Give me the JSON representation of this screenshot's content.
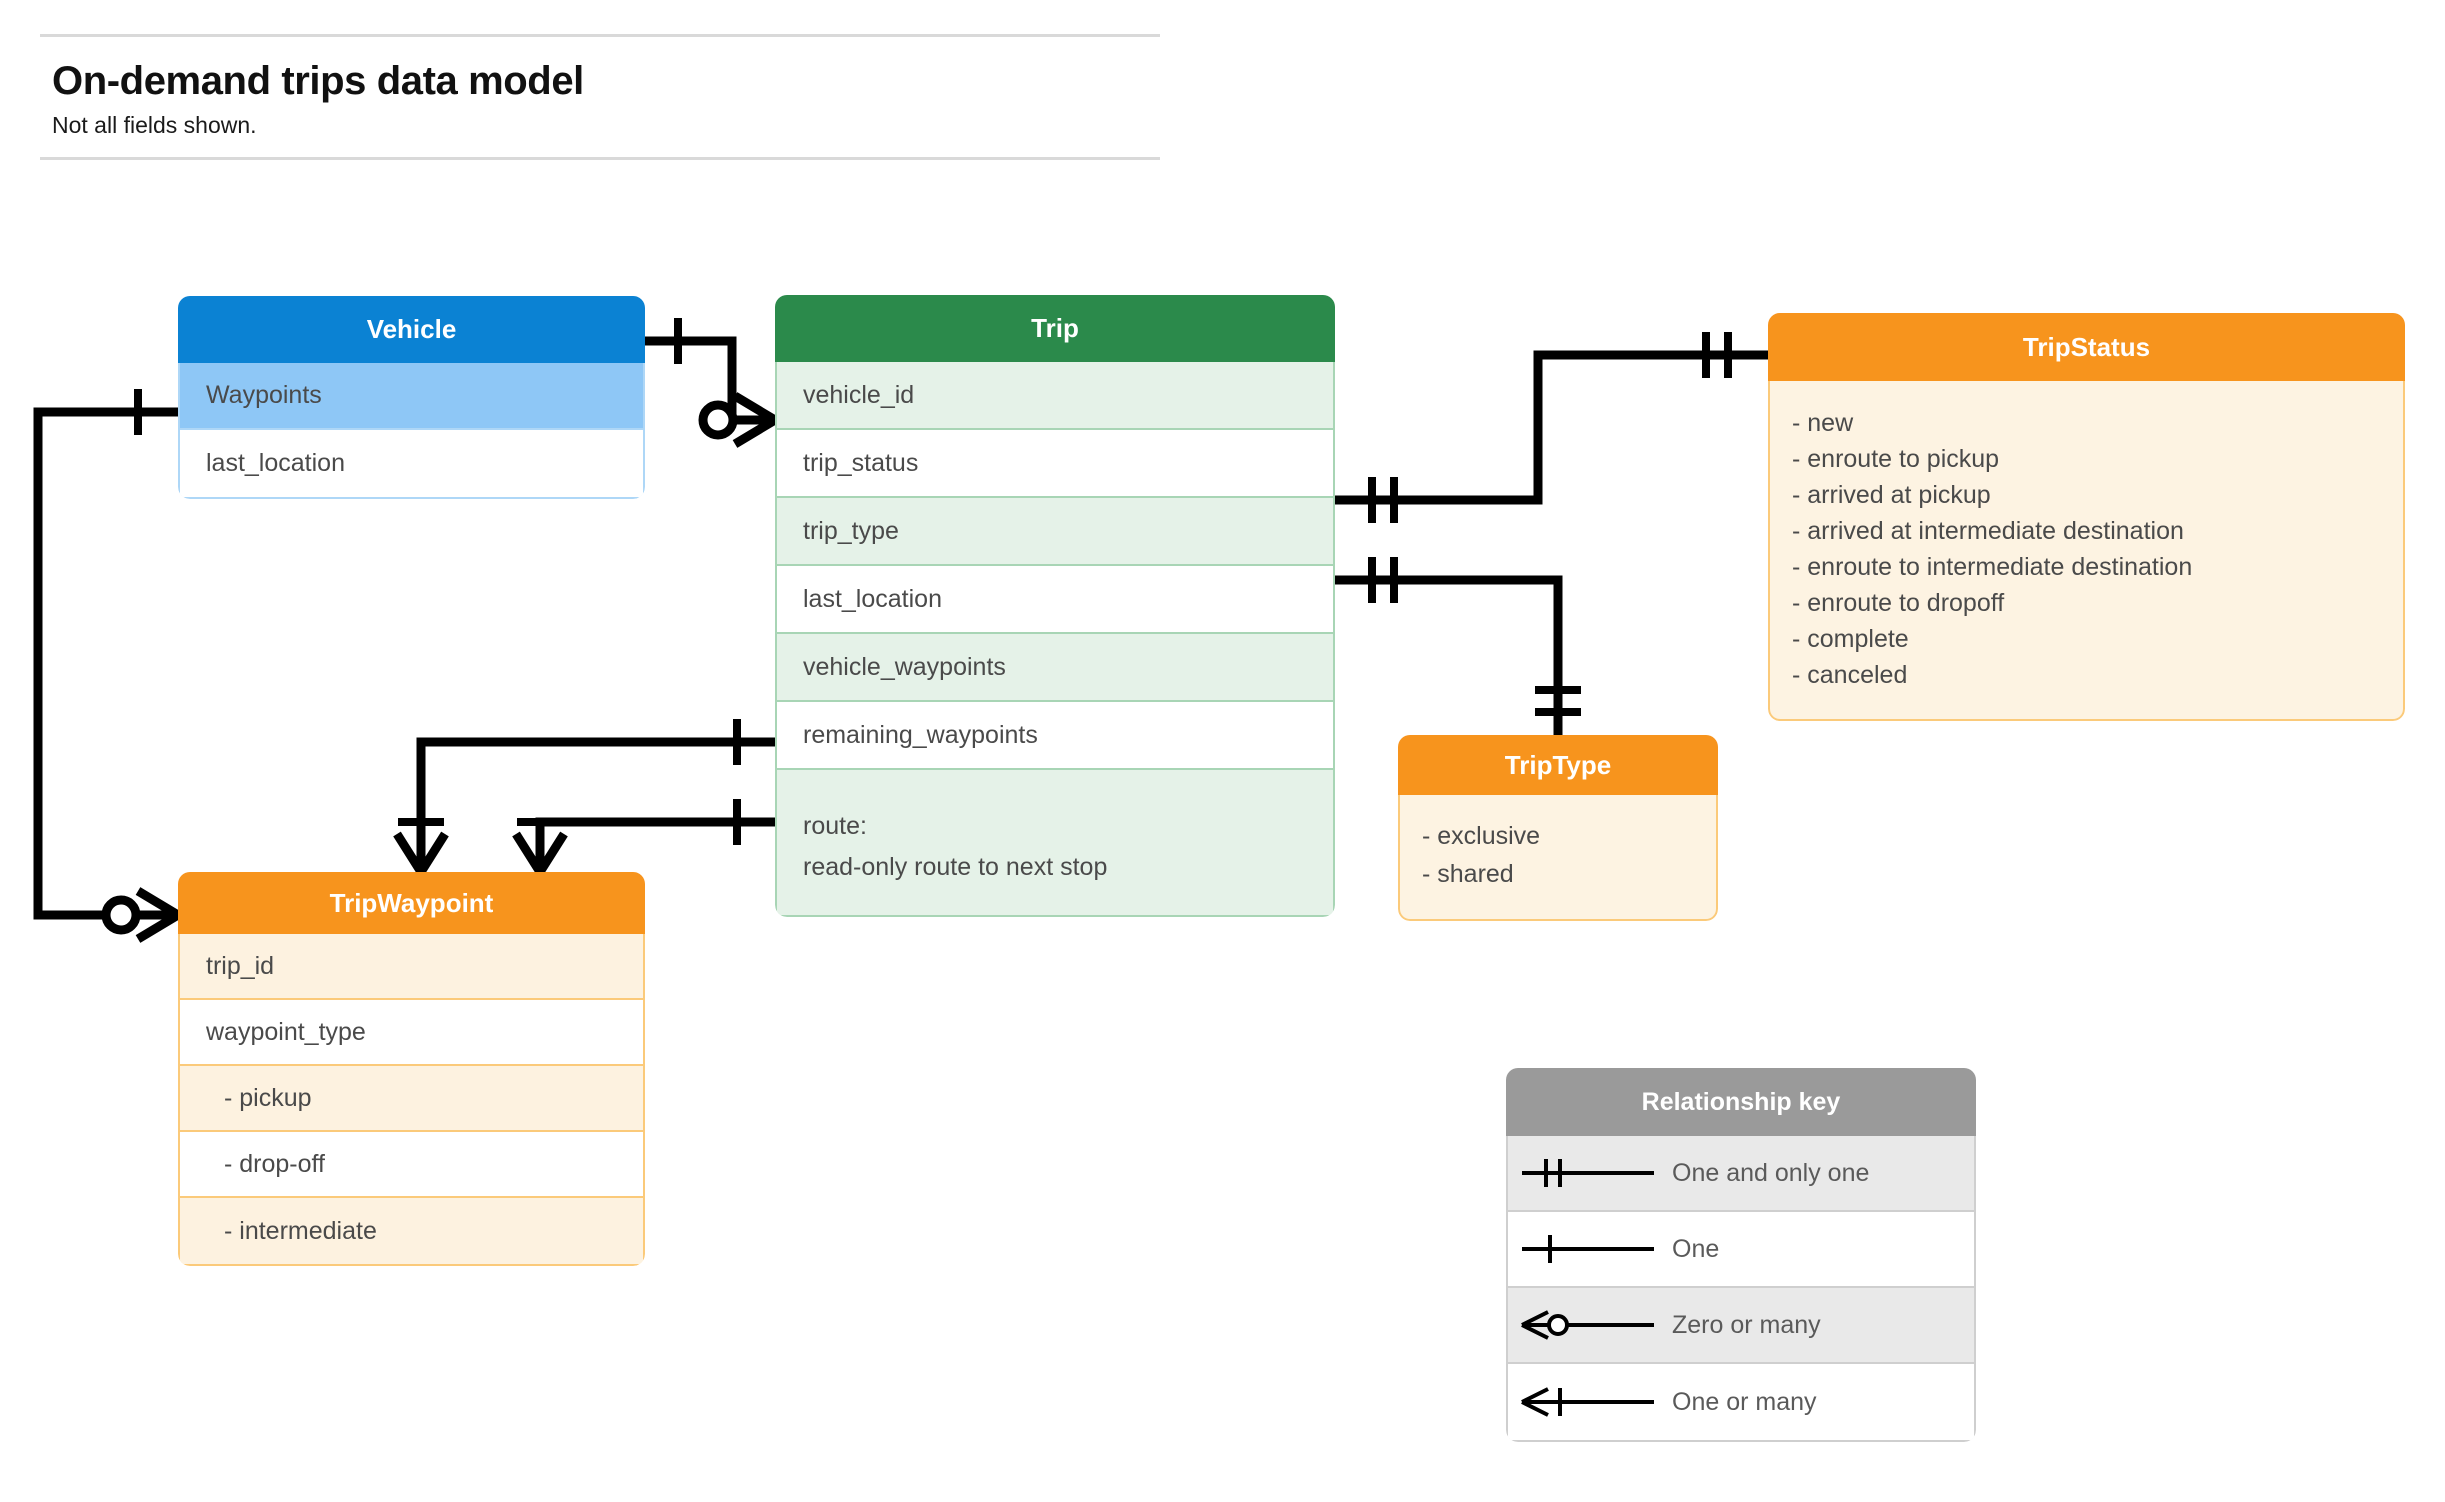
{
  "header": {
    "title": "On-demand trips data model",
    "subtitle": "Not all fields shown."
  },
  "colors": {
    "vehicle_header": "#0b82d3",
    "vehicle_row_alt": "#8ec7f6",
    "vehicle_border": "#aed7f7",
    "trip_header": "#2b8a4b",
    "trip_row_alt": "#e5f2e8",
    "trip_border": "#a8d5b5",
    "enum_header": "#f7941d",
    "enum_body": "#fdf3e2",
    "enum_border": "#fbca7a",
    "key_header": "#9a9a9a",
    "connector": "#000000",
    "text": "#4a4a4a"
  },
  "entities": {
    "vehicle": {
      "name": "Vehicle",
      "fields": [
        {
          "label": "Waypoints"
        },
        {
          "label": "last_location"
        }
      ]
    },
    "trip": {
      "name": "Trip",
      "fields": [
        {
          "label": "vehicle_id"
        },
        {
          "label": "trip_status"
        },
        {
          "label": "trip_type"
        },
        {
          "label": "last_location"
        },
        {
          "label": "vehicle_waypoints"
        },
        {
          "label": "remaining_waypoints"
        },
        {
          "label": "route:",
          "label2": "read-only route to next stop"
        }
      ]
    },
    "tripwaypoint": {
      "name": "TripWaypoint",
      "fields": [
        {
          "label": "trip_id"
        },
        {
          "label": "waypoint_type"
        },
        {
          "label": "-  pickup"
        },
        {
          "label": "-  drop-off"
        },
        {
          "label": "-  intermediate"
        }
      ]
    },
    "tripstatus": {
      "name": "TripStatus",
      "values": [
        "- new",
        "- enroute to pickup",
        "- arrived at pickup",
        "- arrived at intermediate destination",
        "- enroute to intermediate destination",
        "- enroute to dropoff",
        "- complete",
        "- canceled"
      ]
    },
    "triptype": {
      "name": "TripType",
      "values": [
        "- exclusive",
        "- shared"
      ]
    }
  },
  "relationship_key": {
    "title": "Relationship key",
    "rows": [
      {
        "symbol": "one-and-only-one",
        "label": "One and only one"
      },
      {
        "symbol": "one",
        "label": "One"
      },
      {
        "symbol": "zero-or-many",
        "label": "Zero or many"
      },
      {
        "symbol": "one-or-many",
        "label": "One or many"
      }
    ]
  },
  "relationships": [
    {
      "from": "Vehicle",
      "from_cardinality": "one",
      "to": "Trip.vehicle_id",
      "to_cardinality": "zero-or-many"
    },
    {
      "from": "Vehicle.Waypoints",
      "from_cardinality": "one",
      "to": "TripWaypoint",
      "to_cardinality": "zero-or-many"
    },
    {
      "from": "Trip.trip_status",
      "from_cardinality": "one-and-only-one",
      "to": "TripStatus",
      "to_cardinality": "one-and-only-one"
    },
    {
      "from": "Trip.trip_type",
      "from_cardinality": "one-and-only-one",
      "to": "TripType",
      "to_cardinality": "one-and-only-one"
    },
    {
      "from": "Trip.vehicle_waypoints",
      "from_cardinality": "one",
      "to": "TripWaypoint",
      "to_cardinality": "one-or-many"
    },
    {
      "from": "Trip.remaining_waypoints",
      "from_cardinality": "one",
      "to": "TripWaypoint",
      "to_cardinality": "one-or-many"
    }
  ]
}
